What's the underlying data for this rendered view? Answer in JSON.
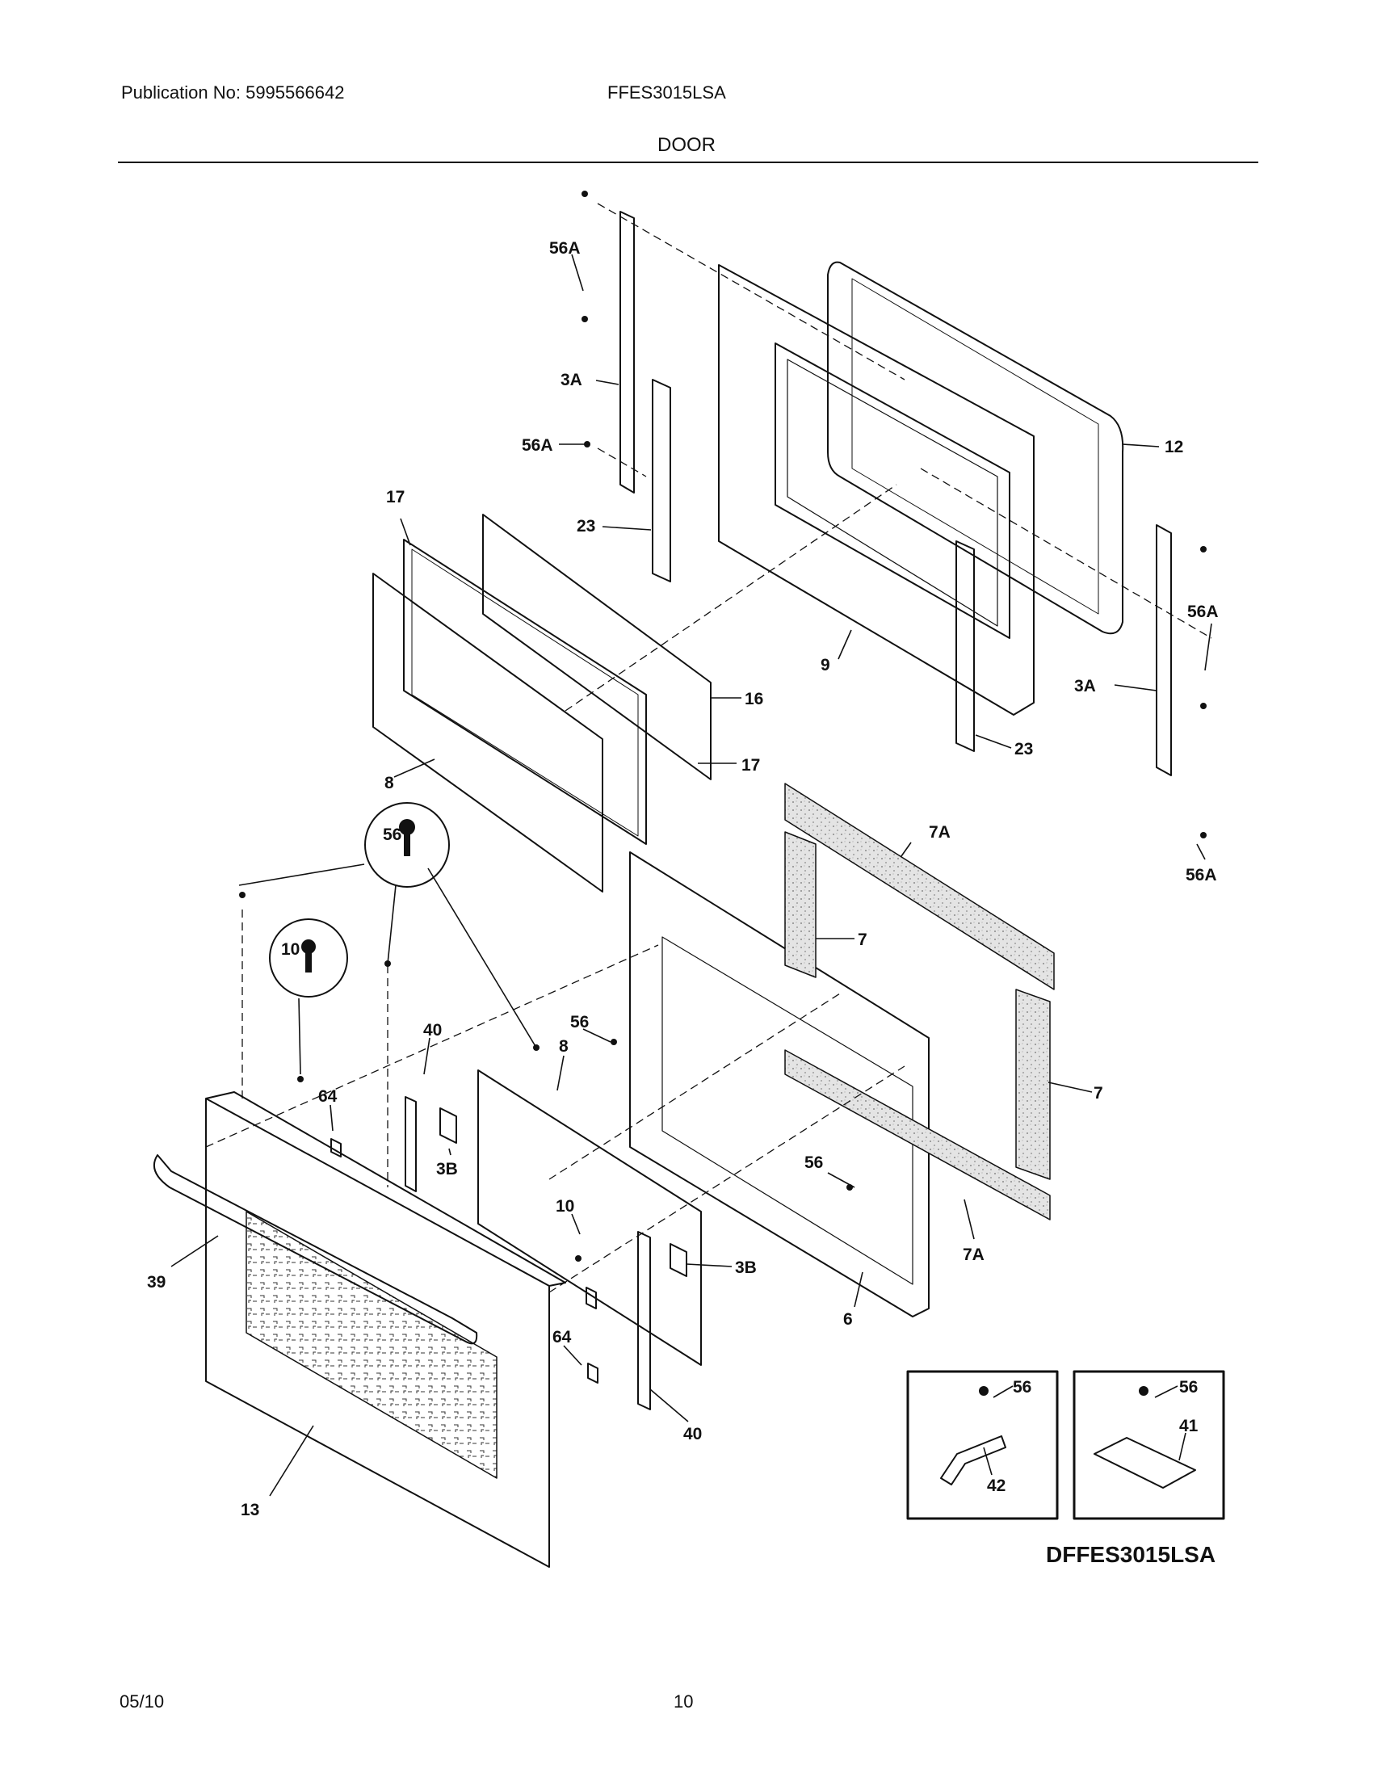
{
  "header": {
    "publication": "Publication No: 5995566642",
    "model": "FFES3015LSA",
    "section": "DOOR"
  },
  "footer": {
    "date": "05/10",
    "page": "10"
  },
  "diagram": {
    "code": "DFFES3015LSA",
    "labels": {
      "p56A_1": "56A",
      "p3A_1": "3A",
      "p56A_2": "56A",
      "p17_1": "17",
      "p23_1": "23",
      "p12": "12",
      "p56A_3": "56A",
      "p9": "9",
      "p3A_2": "3A",
      "p16": "16",
      "p17_2": "17",
      "p23_2": "23",
      "p8_1": "8",
      "p56A_4": "56A",
      "p7A_1": "7A",
      "p56_circle": "56",
      "p7_1": "7",
      "p10_circle": "10",
      "p40_1": "40",
      "p56_1": "56",
      "p8_2": "8",
      "p64_1": "64",
      "p7_2": "7",
      "p3B_1": "3B",
      "p56_2": "56",
      "p10": "10",
      "p39": "39",
      "p3B_2": "3B",
      "p7A_2": "7A",
      "p6": "6",
      "p64_2": "64",
      "p40_2": "40",
      "p56_inset1": "56",
      "p42": "42",
      "p56_inset2": "56",
      "p41": "41",
      "p13": "13"
    }
  }
}
